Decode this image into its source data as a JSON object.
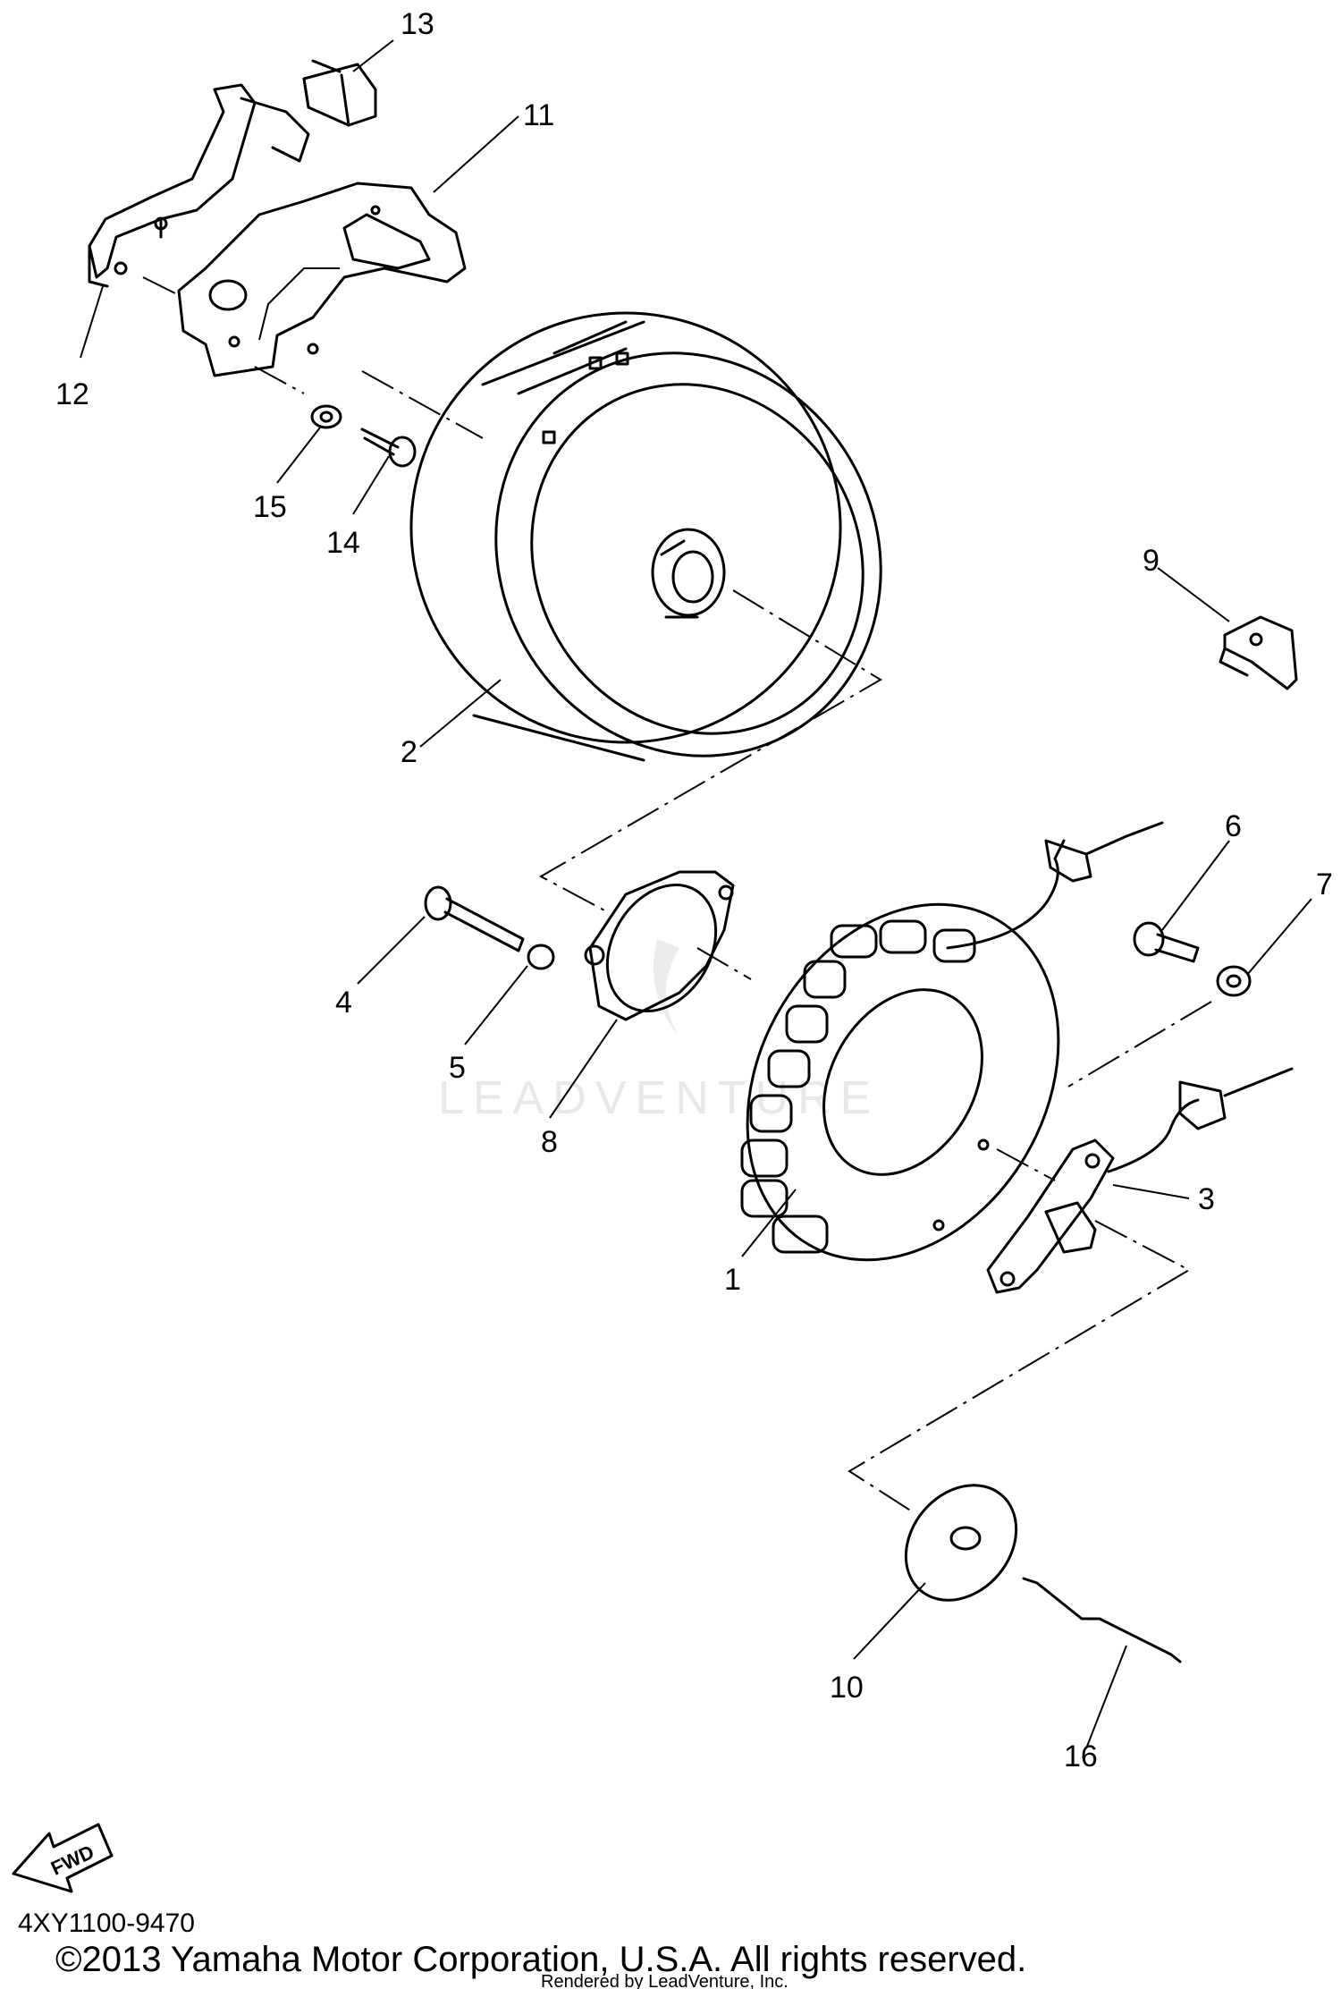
{
  "diagram": {
    "callouts": {
      "p1": "1",
      "p2": "2",
      "p3": "3",
      "p4": "4",
      "p5": "5",
      "p6": "6",
      "p7": "7",
      "p8": "8",
      "p9": "9",
      "p10": "10",
      "p11": "11",
      "p12": "12",
      "p13": "13",
      "p14": "14",
      "p15": "15",
      "p16": "16"
    },
    "fwd_label": "FWD",
    "part_code": "4XY1100-9470",
    "copyright": "©2013 Yamaha Motor Corporation, U.S.A. All rights reserved.",
    "rendered_by": "Rendered by LeadVenture, Inc.",
    "watermark": "LEADVENTURE"
  }
}
